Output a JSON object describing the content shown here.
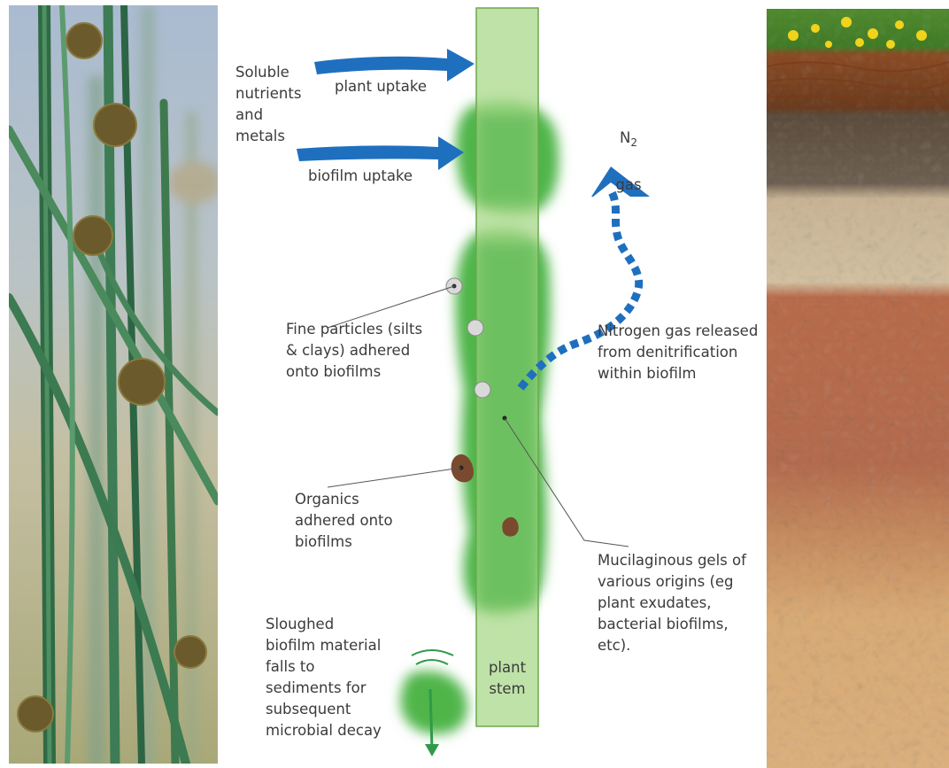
{
  "labels": {
    "soluble_nutrients": "Soluble\nnutrients\nand\nmetals",
    "plant_uptake": "plant uptake",
    "biofilm_uptake": "biofilm uptake",
    "n2_main": "N",
    "n2_sub": "2",
    "n2_gas": "gas",
    "fine_particles": "Fine particles (silts\n& clays) adhered\nonto biofilms",
    "nitrogen_released": "Nitrogen gas released\nfrom denitrification\nwithin biofilm",
    "organics": "Organics\nadhered onto\nbiofilms",
    "mucilaginous": "Mucilaginous gels of\nvarious origins (eg\nplant exudates,\nbacterial biofilms,\netc).",
    "sloughed": "Sloughed\nbiofilm material\nfalls to\nsediments for\nsubsequent\nmicrobial decay",
    "plant_stem": "plant\nstem"
  },
  "colors": {
    "stem": "#a8d889",
    "stem_border": "#6ea84c",
    "biofilm": "#4fb54a",
    "arrow_blue": "#1f6fbf",
    "particle": "#d9d9d9",
    "organic": "#7a4a2e",
    "sloughed_arrow": "#2f9a4a"
  }
}
